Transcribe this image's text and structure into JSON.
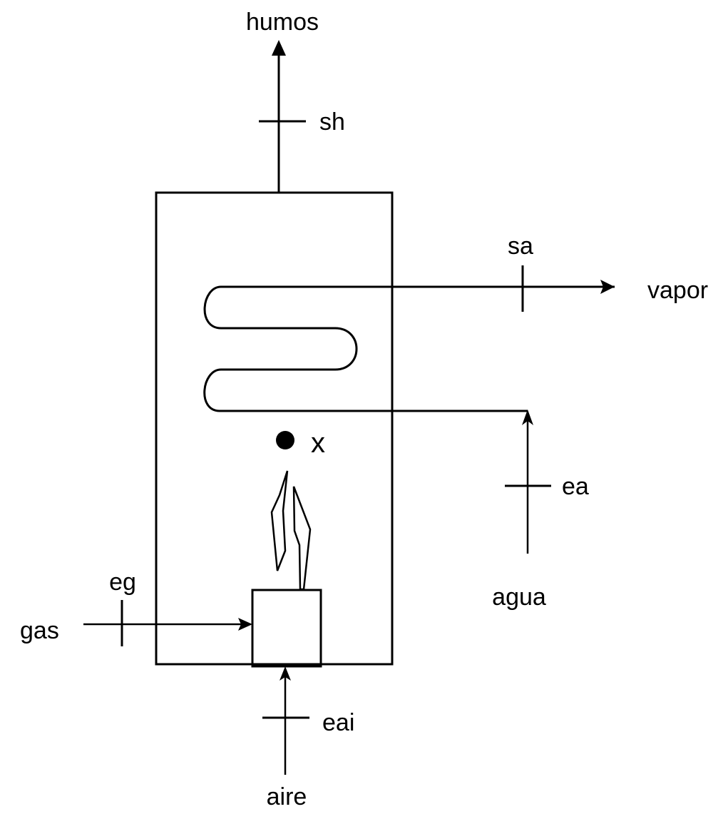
{
  "labels": {
    "humos": "humos",
    "sh": "sh",
    "sa": "sa",
    "vapor": "vapor",
    "point": "x",
    "ea": "ea",
    "agua": "agua",
    "eg": "eg",
    "gas": "gas",
    "eai": "eai",
    "aire": "aire"
  }
}
